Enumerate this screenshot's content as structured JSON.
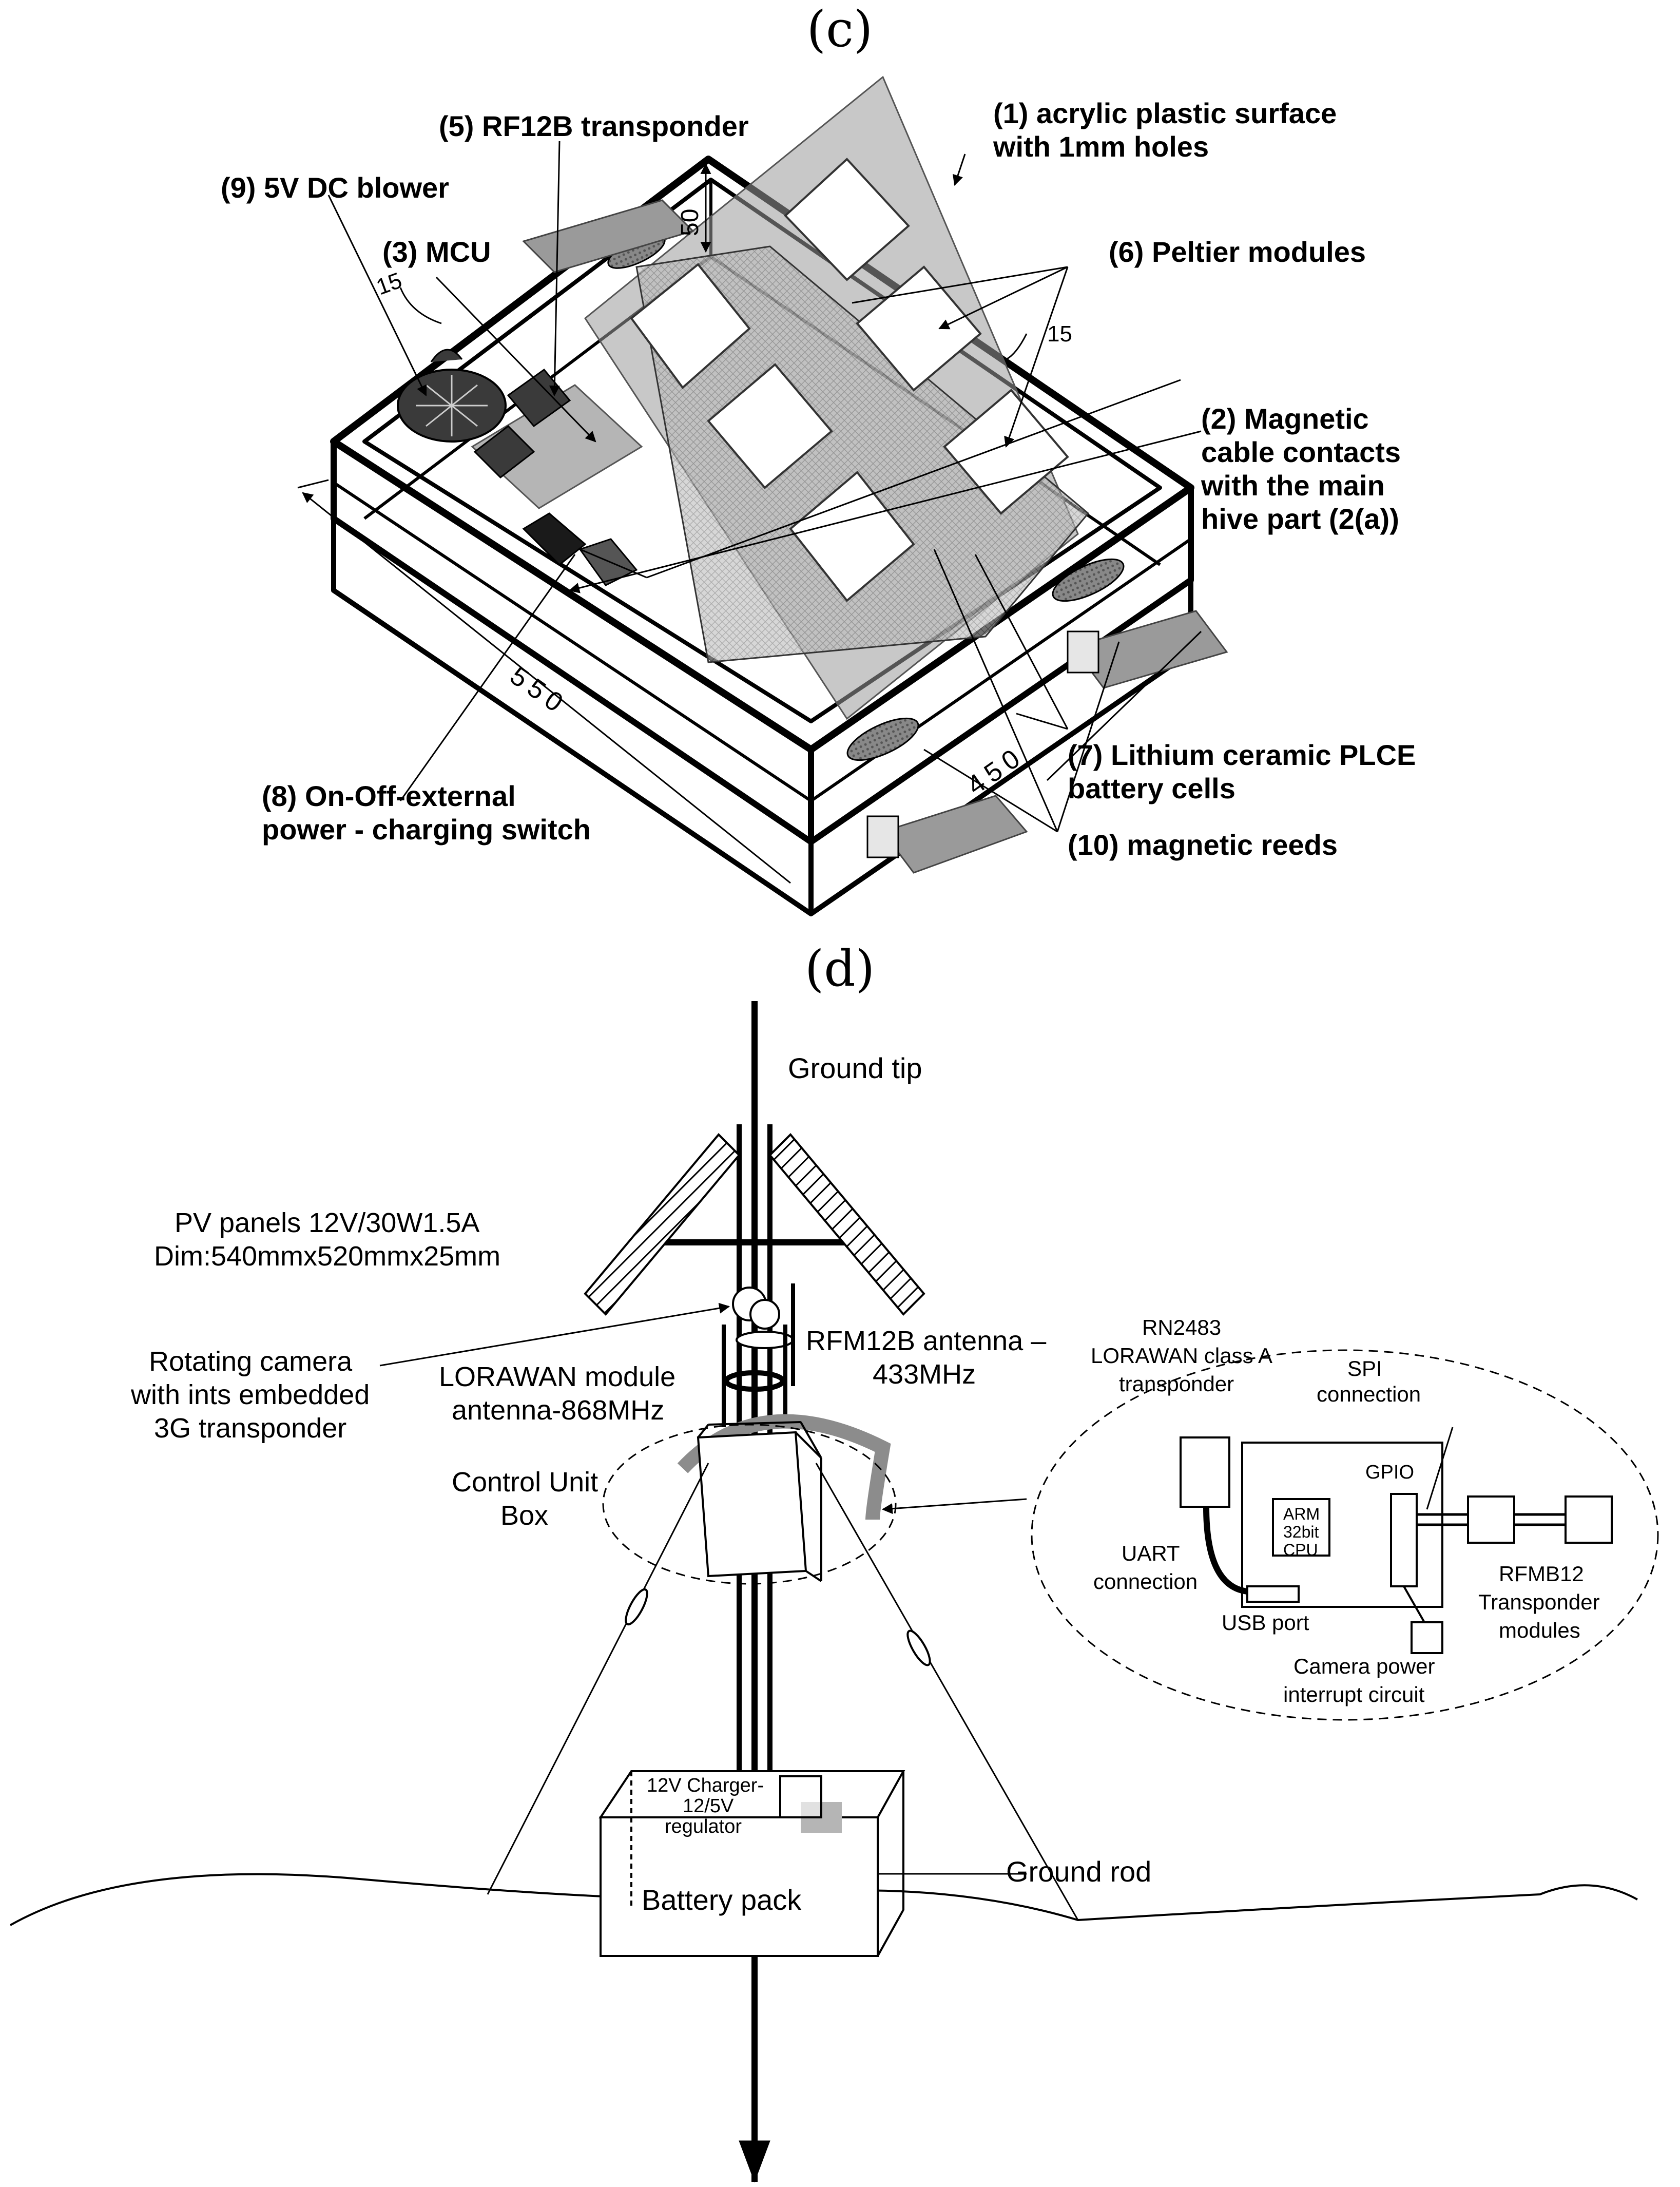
{
  "panel_c": {
    "label": "(c)",
    "callouts": {
      "acrylic_line1": "(1) acrylic plastic surface",
      "acrylic_line2": "with 1mm holes",
      "rf12b": "(5) RF12B transponder",
      "blower": "(9) 5V DC blower",
      "mcu": "(3) MCU",
      "peltier": "(6) Peltier modules",
      "magnetic_line1": "(2) Magnetic",
      "magnetic_line2": "cable  contacts",
      "magnetic_line3": "with the main",
      "magnetic_line4": "hive part (2(a))",
      "battery_line1": "(7) Lithium ceramic PLCE",
      "battery_line2": "battery cells",
      "switch_line1": "(8) On-Off-external",
      "switch_line2": "power - charging switch",
      "reeds": "(10) magnetic reeds"
    },
    "dimensions": {
      "height": "50",
      "edge_left": "15",
      "edge_right": "15",
      "length": "550",
      "width": "450"
    }
  },
  "panel_d": {
    "label": "(d)",
    "labels": {
      "ground_tip": "Ground tip",
      "pv_line1": "PV panels 12V/30W1.5A",
      "pv_line2": "Dim:540mmx520mmx25mm",
      "camera_line1": "Rotating camera",
      "camera_line2": "with ints embedded",
      "camera_line3": "3G transponder",
      "lorawan_line1": "LORAWAN module",
      "lorawan_line2": "antenna-868MHz",
      "rfm_line1": "RFM12B antenna –",
      "rfm_line2": "433MHz",
      "control_line1": "Control Unit",
      "control_line2": "Box",
      "charger_line1": "12V Charger-",
      "charger_line2": "12/5V",
      "charger_line3": "regulator",
      "battery_pack": "Battery pack",
      "ground_rod": "Ground rod"
    },
    "detail": {
      "rn_line1": "RN2483",
      "rn_line2": "LORAWAN class A",
      "rn_line3": "transponder",
      "spi_line1": "SPI",
      "spi_line2": "connection",
      "gpio": "GPIO",
      "cpu_line1": "ARM",
      "cpu_line2": "32bit",
      "cpu_line3": "CPU",
      "uart_line1": "UART",
      "uart_line2": "connection",
      "usb": "USB port",
      "rfmb_line1": "RFMB12",
      "rfmb_line2": "Transponder",
      "rfmb_line3": "modules",
      "cam_line1": "Camera power",
      "cam_line2": "interrupt  circuit"
    }
  },
  "colors": {
    "ink": "#000000",
    "acrylic": "#9a9a9a",
    "pcb": "#b5b5b5",
    "dark_part": "#3a3a3a",
    "grey_arc": "#8c8c8c"
  }
}
